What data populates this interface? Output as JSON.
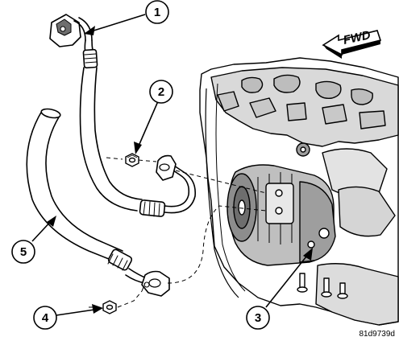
{
  "diagram": {
    "fwd_label": "FWD",
    "figure_id": "81d9739d",
    "callouts": [
      {
        "number": "1",
        "part": "suction line"
      },
      {
        "number": "2",
        "part": "nut"
      },
      {
        "number": "3",
        "part": "compressor"
      },
      {
        "number": "4",
        "part": "nut"
      },
      {
        "number": "5",
        "part": "discharge line"
      }
    ]
  }
}
